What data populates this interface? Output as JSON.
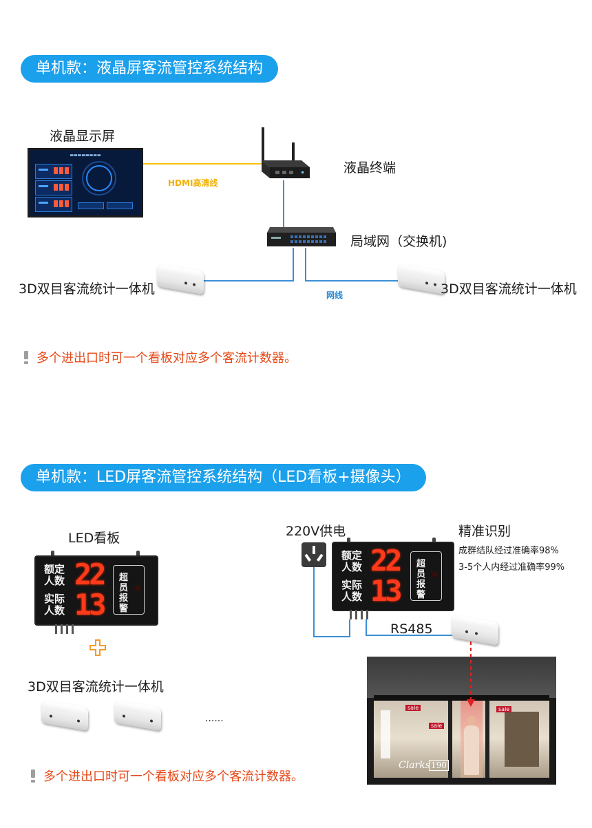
{
  "section1": {
    "title": "单机款：液晶屏客流管控系统结构",
    "lcd_label": "液晶显示屏",
    "hdmi_label": "HDMI高清线",
    "terminal_label": "液晶终端",
    "switch_label": "局域网（交换机)",
    "camera_left_label": "3D双目客流统计一体机",
    "camera_right_label": "3D双目客流统计一体机",
    "lan_label": "网线",
    "note": "多个进出口时可一个看板对应多个客流计数器。",
    "colors": {
      "hdmi": "#ffc000",
      "lan": "#3a8fd6",
      "note": "#e64a19",
      "pill": "#1ba0ec"
    }
  },
  "section2": {
    "title": "单机款：LED屏客流管控系统结构（LED看板+摄像头）",
    "led_label": "LED看板",
    "led_board": {
      "row1_label_a": "额定",
      "row1_label_b": "人数",
      "row1_value": "22",
      "row2_label_a": "实际",
      "row2_label_b": "人数",
      "row2_value": "13",
      "alarm_text": [
        "超",
        "员",
        "报",
        "警"
      ]
    },
    "plus_icon": "plus-icon",
    "camera_group_label": "3D双目客流统计一体机",
    "ellipsis": "......",
    "note": "多个进出口时可一个看板对应多个客流计数器。",
    "power_label": "220V供电",
    "power_icon": "power-plug-icon",
    "accuracy_title": "精准识别",
    "accuracy_lines": [
      "成群结队经过准确率98%",
      "3-5个人内经过准确率99%"
    ],
    "rs485_label": "RS485",
    "store_text": [
      "sale",
      "Clarks",
      "190"
    ]
  }
}
